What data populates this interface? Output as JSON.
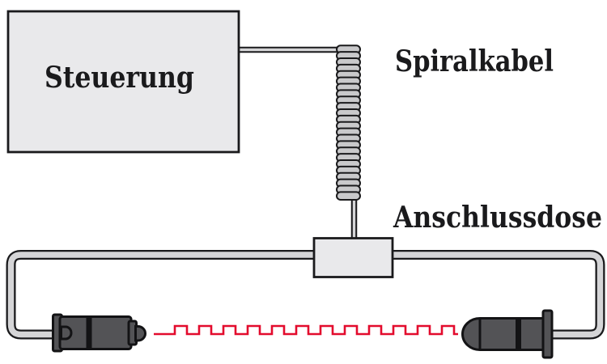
{
  "diagram": {
    "labels": {
      "control_unit": "Steuerung",
      "spiral_cable": "Spiralkabel",
      "junction_box": "Anschlussdose"
    },
    "colors": {
      "background": "#ffffff",
      "box_fill": "#e9e9eb",
      "outline": "#1a1a1c",
      "cable_fill": "#d5d5d7",
      "coil_fill": "#c9c9cb",
      "connector_fill": "#535356",
      "connector_stroke": "#131315",
      "signal_red": "#e30b2d"
    },
    "coil": {
      "turns": 24
    },
    "signal": {
      "pulses": 12
    }
  }
}
